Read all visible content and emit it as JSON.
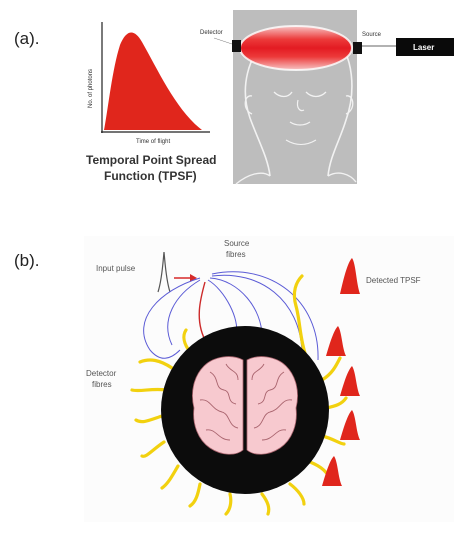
{
  "panel_a": {
    "letter": "(a).",
    "plot": {
      "ylabel": "No. of photons",
      "xlabel": "Time of flight",
      "caption_line1": "Temporal Point Spread",
      "caption_line2": "Function (TPSF)"
    },
    "head": {
      "detector_label": "Detector",
      "source_label": "Source",
      "laser_label": "Laser"
    }
  },
  "panel_b": {
    "letter": "(b).",
    "input_pulse_label": "Input pulse",
    "source_fibres_line1": "Source",
    "source_fibres_line2": "fibres",
    "detector_fibres_line1": "Detector",
    "detector_fibres_line2": "fibres",
    "detected_tpsf_label": "Detected TPSF"
  },
  "colors": {
    "pulse_red": "#e0261c",
    "beam_red": "#e8232a",
    "head_panel_gray": "#bdbdbd",
    "fibre_yellow": "#f2d10f",
    "head_black": "#0c0c0c",
    "brain_pink": "#f7c9cf",
    "fibre_blue": "#5b5bd6",
    "fibre_red": "#cc2a2a"
  }
}
